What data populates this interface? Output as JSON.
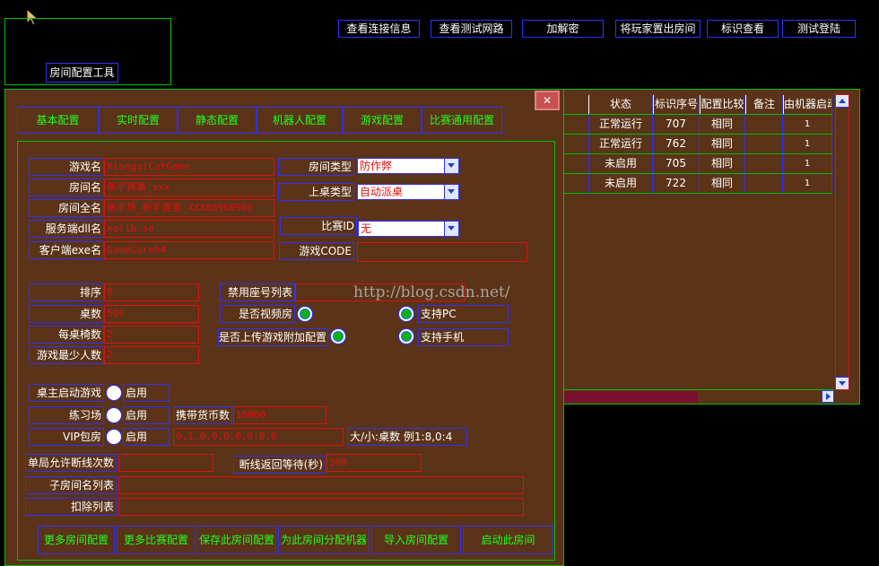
{
  "top_buttons": [
    "查看连接信息",
    "查看测试网路",
    "加解密",
    "将玩家置出房间",
    "标识查看",
    "测试登陆"
  ],
  "tool_title": "房间配置工具",
  "close_symbol": "✕",
  "tabs": [
    "基本配置",
    "实时配置",
    "静态配置",
    "机器人配置",
    "游戏配置",
    "比赛通用配置"
  ],
  "form": {
    "game_name": {
      "label": "游戏名",
      "value": "XiangqiCatGame"
    },
    "room_name": {
      "label": "房间名",
      "value": "新手赛事_xxx"
    },
    "room_fullname": {
      "label": "房间全名",
      "value": "新手场_新手赛事_XXX88960960"
    },
    "server_dll": {
      "label": "服务端dll名",
      "value": "xqlib.so"
    },
    "client_exe": {
      "label": "客户端exe名",
      "value": "GameCore64"
    },
    "room_type": {
      "label": "房间类型",
      "value": "防作弊"
    },
    "seat_type": {
      "label": "上桌类型",
      "value": "自动派桌"
    },
    "match_id": {
      "label": "比赛ID",
      "value": "无"
    },
    "game_code": {
      "label": "游戏CODE",
      "value": ""
    },
    "sort": {
      "label": "排序",
      "value": "0"
    },
    "table_count": {
      "label": "桌数",
      "value": "500"
    },
    "chairs_per_table": {
      "label": "每桌椅数",
      "value": "2"
    },
    "min_players": {
      "label": "游戏最少人数",
      "value": "2"
    },
    "banned_seats": {
      "label": "禁用座号列表",
      "value": ""
    },
    "is_video_room": {
      "label": "是否视频房"
    },
    "upload_extra": {
      "label": "是否上传游戏附加配置"
    },
    "support_pc": {
      "label": "支持PC"
    },
    "support_mobile": {
      "label": "支持手机"
    },
    "host_start": {
      "label": "桌主启动游戏",
      "enable": "启用"
    },
    "practice": {
      "label": "练习场",
      "enable": "启用"
    },
    "vip_room": {
      "label": "VIP包房",
      "enable": "启用",
      "value": "0,1,0,0,0,0,0,0,0"
    },
    "carry_coins": {
      "label": "携带货币数",
      "value": "10000"
    },
    "size_hint": "大/小:桌数 例1:8,0:4",
    "allow_disconnect": {
      "label": "单局允许断线次数",
      "value": ""
    },
    "reconnect_wait": {
      "label": "断线返回等待(秒)",
      "value": "300"
    },
    "sub_rooms": {
      "label": "子房间名列表",
      "value": ""
    },
    "deduct_list": {
      "label": "扣除列表",
      "value": ""
    }
  },
  "bottom_buttons": [
    "更多房间配置",
    "更多比赛配置",
    "保存此房间配置",
    "为此房间分配机器",
    "导入房间配置",
    "启动此房间"
  ],
  "table": {
    "headers": [
      "状态",
      "标识序号",
      "配置比较",
      "备注",
      "由机器启动"
    ],
    "rows": [
      [
        "正常运行",
        "707",
        "相同",
        "",
        "1"
      ],
      [
        "正常运行",
        "762",
        "相同",
        "",
        "1"
      ],
      [
        "未启用",
        "705",
        "相同",
        "",
        "1"
      ],
      [
        "未启用",
        "722",
        "相同",
        "",
        "1"
      ]
    ]
  },
  "watermark": "http://blog.csdn.net/"
}
